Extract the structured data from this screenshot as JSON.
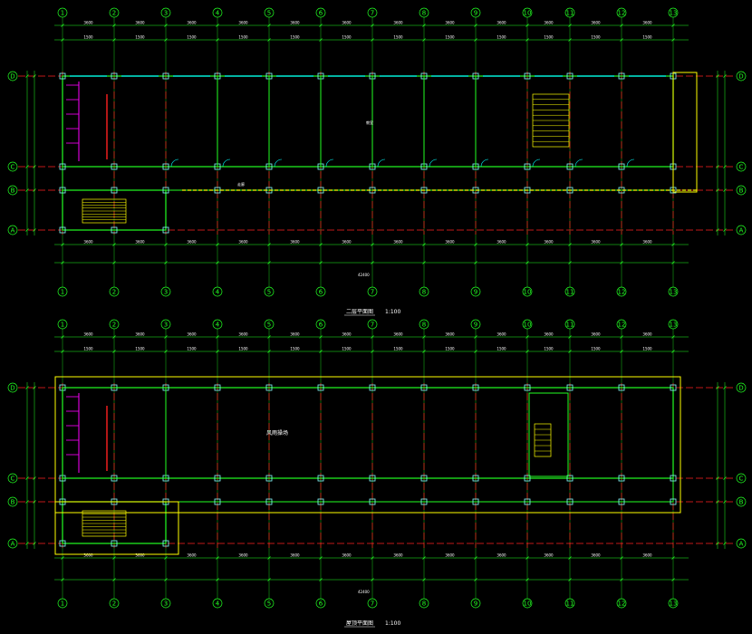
{
  "colors": {
    "background": "#000000",
    "axis_bubble": "#22ff22",
    "axis_line": "#ff2020",
    "dimension": "#22ff22",
    "wall": "#22ff22",
    "column": "#88ffff",
    "text": "#ffffff",
    "stair": "#ffff00",
    "door": "#00ffff",
    "partition": "#ff00ff"
  },
  "upper_plan": {
    "title_label": "二层平面图",
    "scale_label": "1:100",
    "total_length_label": "42400",
    "room_label": "教室",
    "corridor_label": "走廊"
  },
  "lower_plan": {
    "title_label": "屋顶平面图",
    "scale_label": "1:100",
    "total_length_label": "42400",
    "hall_label": "风雨操场"
  },
  "axis_numbers": [
    "1",
    "2",
    "3",
    "4",
    "5",
    "6",
    "7",
    "8",
    "9",
    "10",
    "11",
    "12",
    "13"
  ],
  "axis_letters": [
    "D",
    "C",
    "B",
    "A"
  ]
}
